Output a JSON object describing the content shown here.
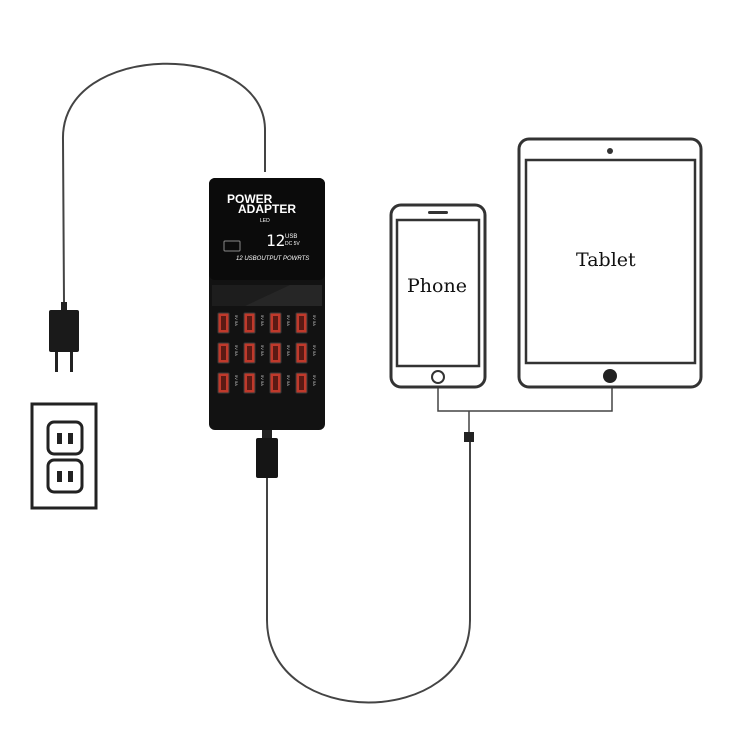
{
  "adapter": {
    "title_line1": "POWER",
    "title_line2": "ADAPTER",
    "led_label": "LED",
    "display_digits": "12",
    "display_usb": "USB",
    "display_volt": "DC 5V",
    "subtitle": "12 USBOUTPUT POWRTS",
    "port_label": "5V 5A",
    "port_count": 12,
    "body_color": "#111111",
    "port_color": "#c0392b"
  },
  "devices": {
    "phone_label": "Phone",
    "tablet_label": "Tablet"
  },
  "icons": [
    "wall-outlet-icon",
    "plug-icon",
    "phone-icon",
    "tablet-icon",
    "usb-connector-icon"
  ]
}
